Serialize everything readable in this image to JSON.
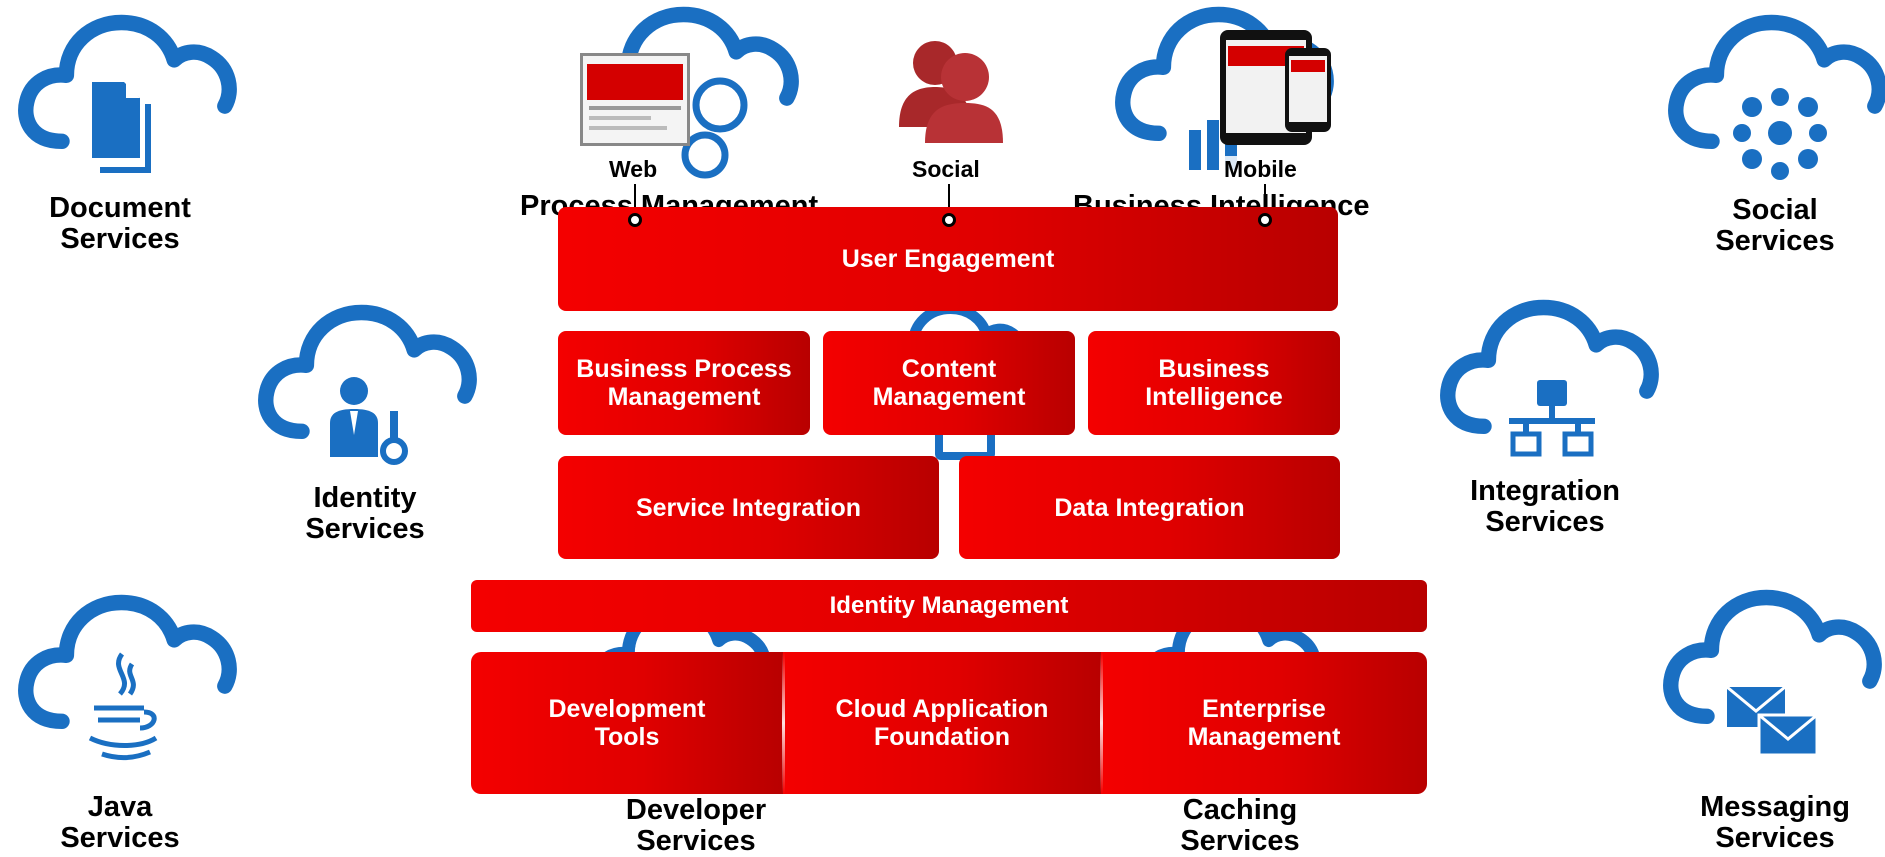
{
  "colors": {
    "cloud": "#1a6fc2",
    "red": "#e60000",
    "dark_red": "#b80000",
    "social_person": "#a8282a"
  },
  "services": {
    "document": "Document\nServices",
    "social": "Social\nServices",
    "identity": "Identity\nServices",
    "integration": "Integration\nServices",
    "java": "Java\nServices",
    "messaging": "Messaging\nServices",
    "developer": "Developer\nServices",
    "caching": "Caching\nServices",
    "process_partial": "Process Management",
    "bi_partial": "Business Intelligence"
  },
  "channels": {
    "web": "Web",
    "social": "Social",
    "mobile": "Mobile"
  },
  "stack": {
    "user_engagement": "User Engagement",
    "bpm": "Business Process\nManagement",
    "content": "Content\nManagement",
    "bi": "Business\nIntelligence",
    "service_integration": "Service Integration",
    "data_integration": "Data Integration",
    "identity": "Identity Management",
    "dev_tools": "Development\nTools",
    "cloud_app": "Cloud Application\nFoundation",
    "enterprise": "Enterprise\nManagement"
  },
  "icons": {
    "document": "document-icon",
    "social": "social-network-icon",
    "identity": "identity-person-key-icon",
    "integration": "network-icon",
    "java": "java-cup-icon",
    "messaging": "envelope-icon"
  }
}
